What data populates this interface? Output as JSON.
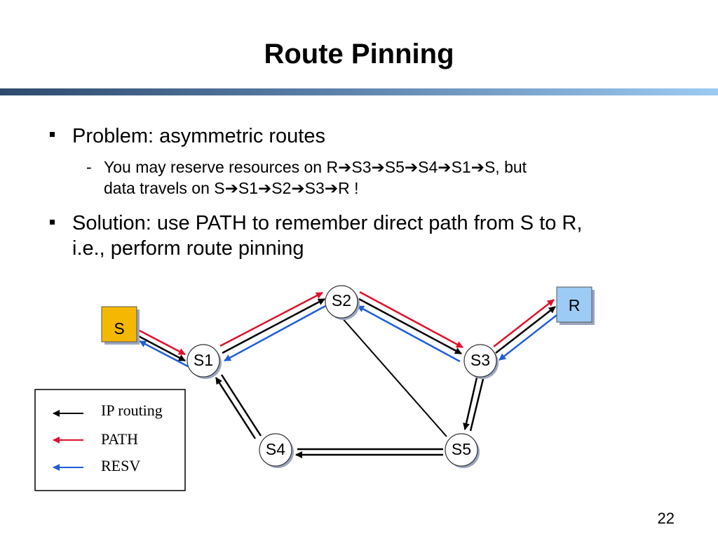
{
  "slide": {
    "title": "Route Pinning",
    "page_number": "22"
  },
  "bullets": [
    {
      "text": "Problem: asymmetric routes",
      "sub": {
        "dash": "-",
        "line1": "You may reserve resources on R➔S3➔S5➔S4➔S1➔S, but",
        "line2": "data travels on S➔S1➔S2➔S3➔R !"
      }
    },
    {
      "line1": "Solution: use PATH to remember direct path from S to R,",
      "line2": "i.e., perform route pinning"
    }
  ],
  "diagram": {
    "nodes": {
      "S": "S",
      "R": "R",
      "S1": "S1",
      "S2": "S2",
      "S3": "S3",
      "S4": "S4",
      "S5": "S5"
    },
    "legend": {
      "ip_routing": "IP routing",
      "path": "PATH",
      "resv": "RESV"
    },
    "colors": {
      "ip_routing": "#000000",
      "path": "#e0102a",
      "resv": "#1f5fd6",
      "source_box": "#f5b800",
      "receiver_box": "#9ccbf5",
      "node_shadow": "#9aa6bf"
    }
  }
}
